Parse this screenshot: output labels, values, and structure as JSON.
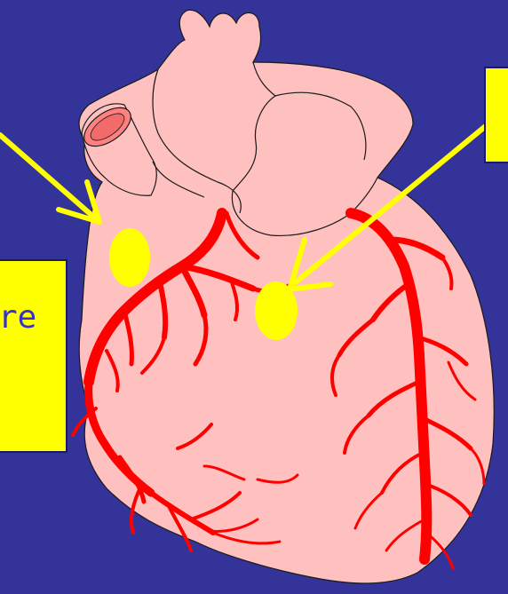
{
  "left_label": {
    "text": "re",
    "box_color": "#ffff00",
    "text_color": "#3333cc"
  },
  "right_label": {
    "text": "",
    "box_color": "#ffff00"
  },
  "colors": {
    "background": "#333399",
    "heart_fill": "#ffc0c0",
    "artery": "#ff0000",
    "marker": "#ffff00",
    "arrow": "#ffff00",
    "outline": "#1a1a1a"
  },
  "markers": [
    {
      "name": "left-node-marker"
    },
    {
      "name": "right-node-marker"
    }
  ]
}
